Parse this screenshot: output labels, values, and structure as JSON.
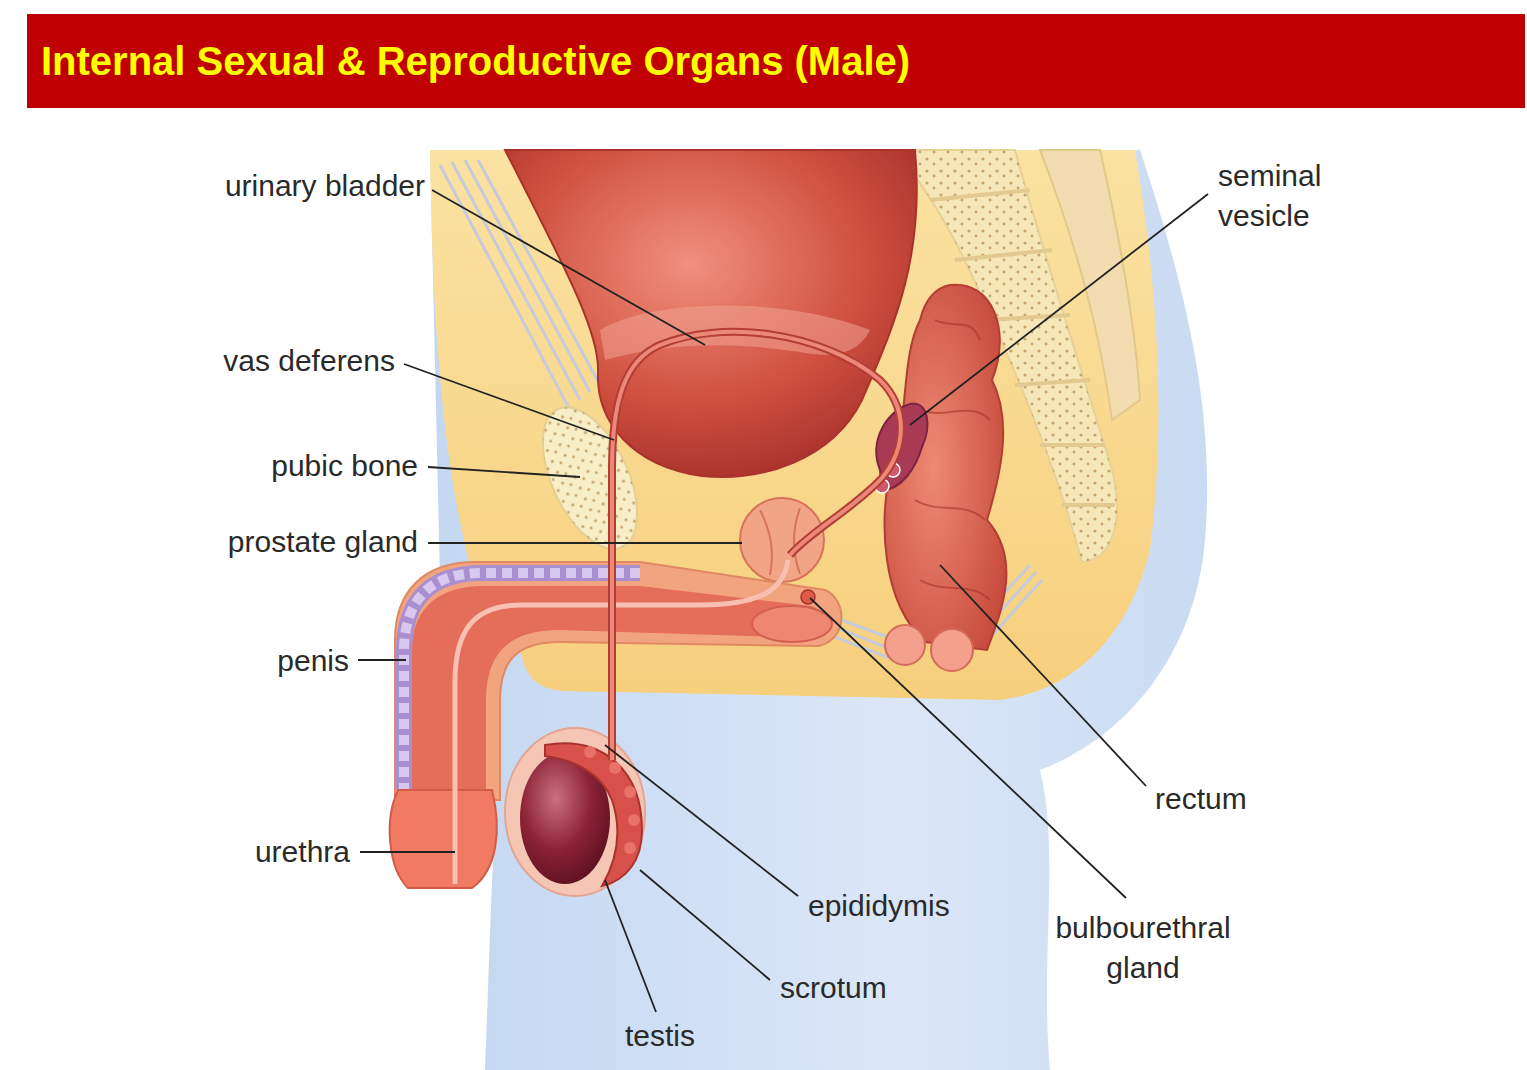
{
  "diagram": {
    "title": "Internal Sexual & Reproductive Organs (Male)",
    "labels": [
      "urinary bladder",
      "seminal vesicle",
      "vas deferens",
      "pubic bone",
      "prostate gland",
      "penis",
      "rectum",
      "urethra",
      "epididymis",
      "bulbourethral gland",
      "scrotum",
      "testis"
    ]
  }
}
